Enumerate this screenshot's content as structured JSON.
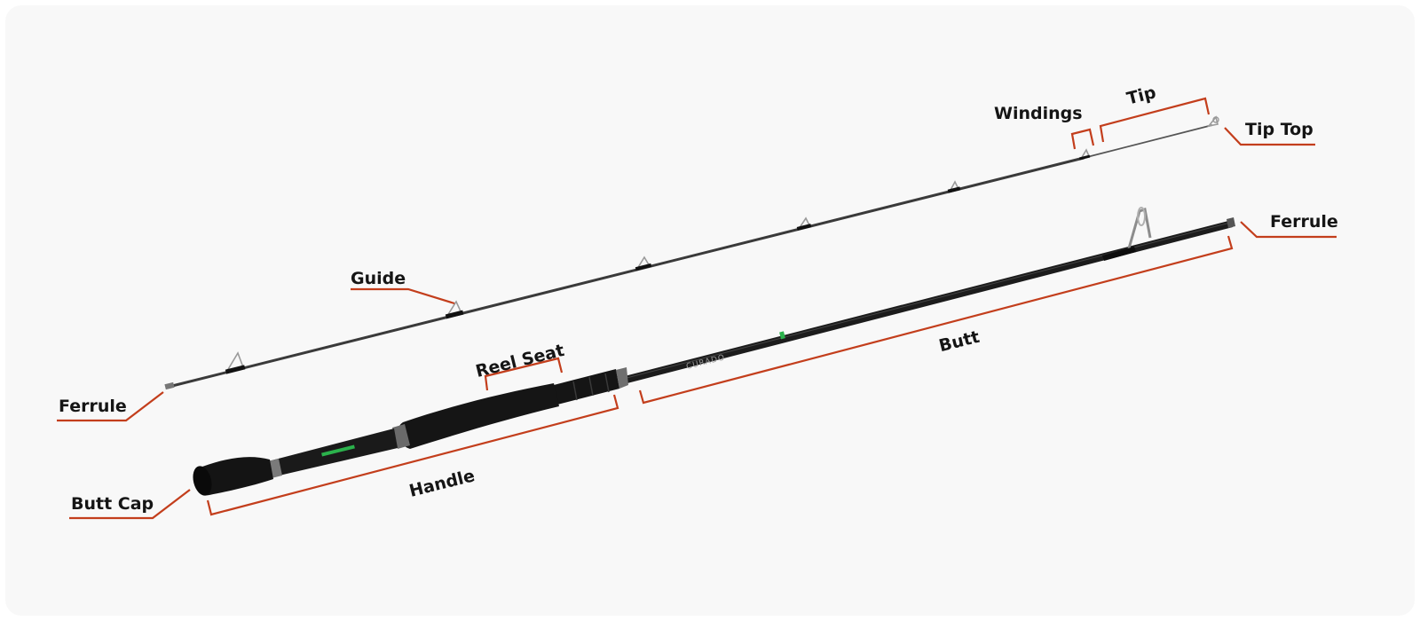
{
  "diagram": {
    "labels": {
      "windings": "Windings",
      "tip": "Tip",
      "tip_top": "Tip Top",
      "ferrule_top": "Ferrule",
      "guide": "Guide",
      "reel_seat": "Reel Seat",
      "butt": "Butt",
      "ferrule_left": "Ferrule",
      "handle": "Handle",
      "butt_cap": "Butt Cap"
    },
    "blank_brand_text": "CURADO",
    "colors": {
      "annotation": "#c33e1c",
      "label_text": "#151515",
      "background": "#f8f8f8",
      "rod_blank": "#1c1c1c",
      "grip": "#141414",
      "accent": "#2bb24c"
    }
  }
}
